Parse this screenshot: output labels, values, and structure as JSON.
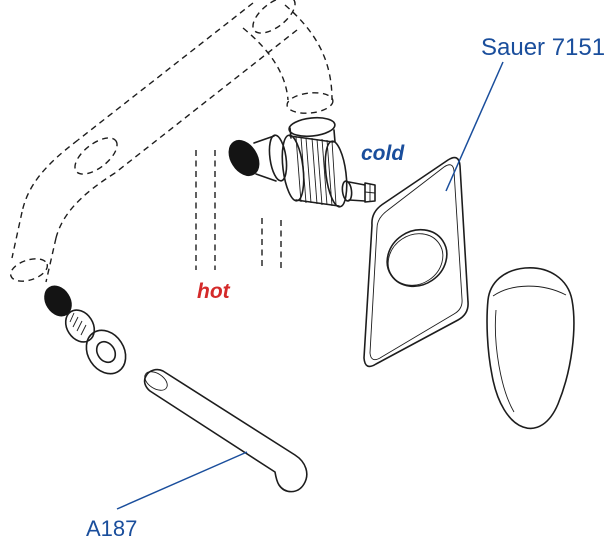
{
  "diagram": {
    "labels": {
      "model": "Sauer 7151",
      "cold": "cold",
      "hot": "hot",
      "spout": "A187"
    },
    "colors": {
      "label_blue": "#1a4e9c",
      "hot_red": "#d42a2a"
    }
  }
}
